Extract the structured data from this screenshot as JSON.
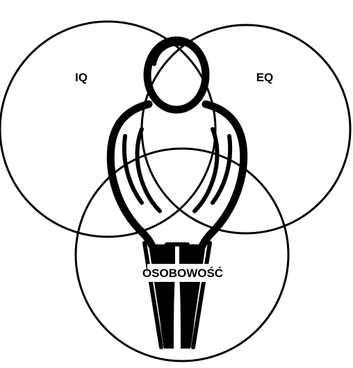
{
  "diagram": {
    "circles": [
      {
        "id": "iq",
        "label": "IQ"
      },
      {
        "id": "eq",
        "label": "EQ"
      },
      {
        "id": "personality",
        "label": "OSOBOWOŚĆ"
      }
    ],
    "colors": {
      "stroke": "#000000",
      "background": "#ffffff"
    },
    "center_figure": "person-silhouette"
  }
}
